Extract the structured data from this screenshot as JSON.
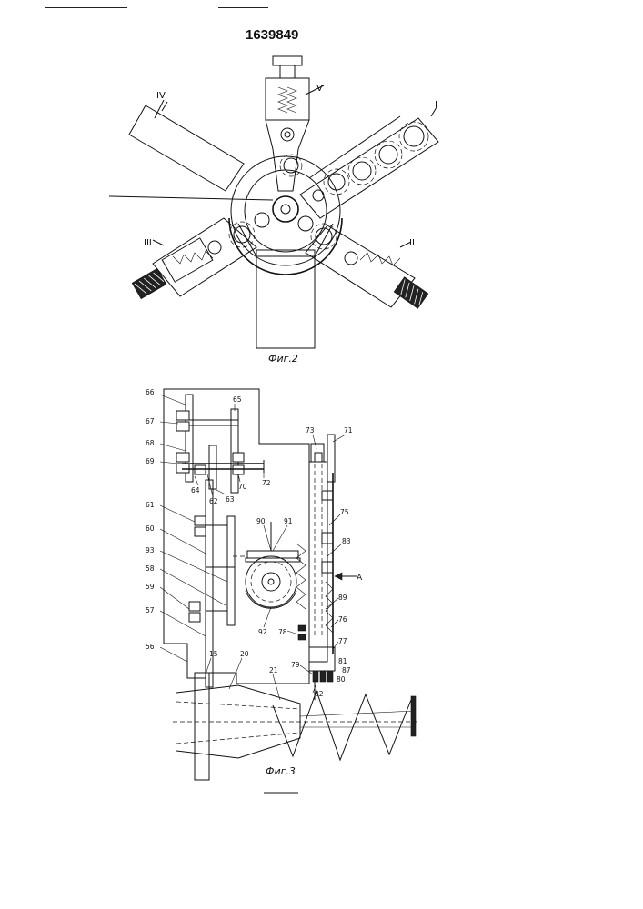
{
  "header": {
    "patent_number": "1639849"
  },
  "fig2": {
    "caption": "Фиг.2",
    "roman_labels": [
      "IV",
      "V",
      "I",
      "III",
      "II"
    ]
  },
  "fig3": {
    "caption": "Фиг.3",
    "left_labels": [
      "66",
      "67",
      "68",
      "69",
      "61",
      "60",
      "93",
      "58",
      "59",
      "57",
      "56"
    ],
    "inner_labels": [
      "65",
      "64",
      "62",
      "70",
      "63",
      "72",
      "90",
      "91",
      "92",
      "15",
      "20",
      "21"
    ],
    "right_labels": [
      "73",
      "71",
      "75",
      "83",
      "A",
      "89",
      "76",
      "78",
      "77",
      "79",
      "81",
      "87",
      "80",
      "82"
    ]
  }
}
